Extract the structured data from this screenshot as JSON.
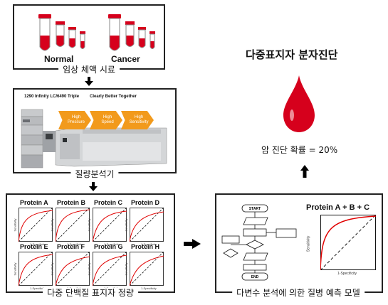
{
  "samples": {
    "normal_label": "Normal",
    "cancer_label": "Cancer",
    "caption": "임상 체액 시료",
    "tube_color": "#d6001c"
  },
  "instrument": {
    "model_text": "1290 Infinity LC/6490 Triple",
    "slogan": "Clearly Better Together",
    "features": [
      {
        "line1": "High",
        "line2": "Pressure"
      },
      {
        "line1": "High",
        "line2": "Speed"
      },
      {
        "line1": "High",
        "line2": "Sensitivity"
      }
    ],
    "caption": "질량분석기"
  },
  "quantification": {
    "proteins": [
      "Protein A",
      "Protein B",
      "Protein C",
      "Protein D",
      "Protein E",
      "Protein F",
      "Protein G",
      "Protein H"
    ],
    "y_label": "Sensitivity",
    "x_label": "1-Specificity",
    "caption": "다중 단백질 표지자 정량"
  },
  "model": {
    "flow_start": "START",
    "flow_end": "END",
    "roc_title": "Protein A + B + C",
    "y_label": "Sensitivity",
    "x_label": "1-Specificity",
    "caption": "다변수 분석에 의한 질병 예측 모델"
  },
  "result": {
    "title": "다중표지자 분자진단",
    "probability": "암 진단 확률 = 20%",
    "drop_color": "#d6001c"
  }
}
